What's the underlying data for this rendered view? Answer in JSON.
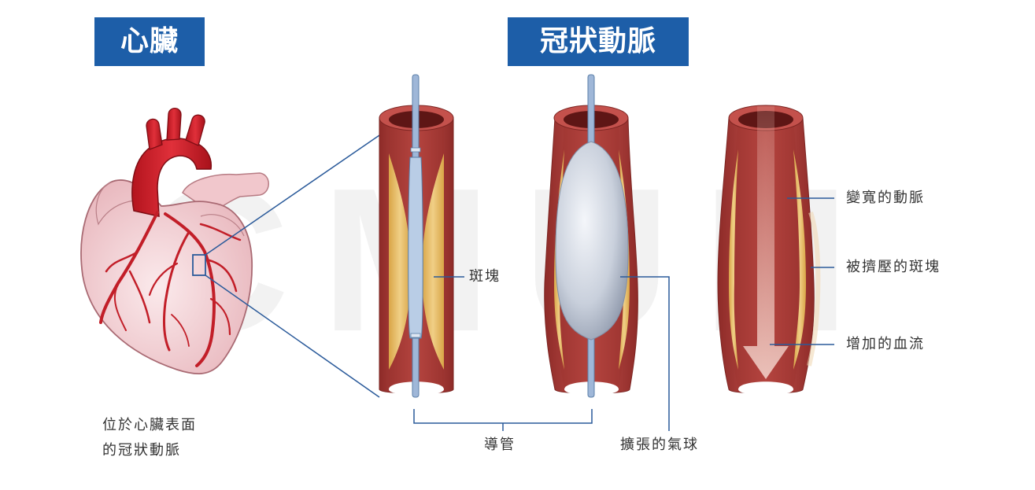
{
  "titles": {
    "heart": "心臟",
    "coronary": "冠狀動脈"
  },
  "labels": {
    "heart_caption_line1": "位於心臟表面",
    "heart_caption_line2": "的冠狀動脈",
    "plaque": "斑塊",
    "catheter": "導管",
    "balloon": "擴張的氣球",
    "widened_artery": "變寬的動脈",
    "compressed_plaque": "被擠壓的斑塊",
    "increased_flow": "增加的血流"
  },
  "watermark": "CMUH",
  "colors": {
    "title_bg": "#1d5ea8",
    "leader_line": "#2a5a9a",
    "vessel_wall": "#b8413e",
    "vessel_dark": "#8e2b28",
    "plaque": "#e0b25a",
    "lumen": "#a83a35"
  }
}
